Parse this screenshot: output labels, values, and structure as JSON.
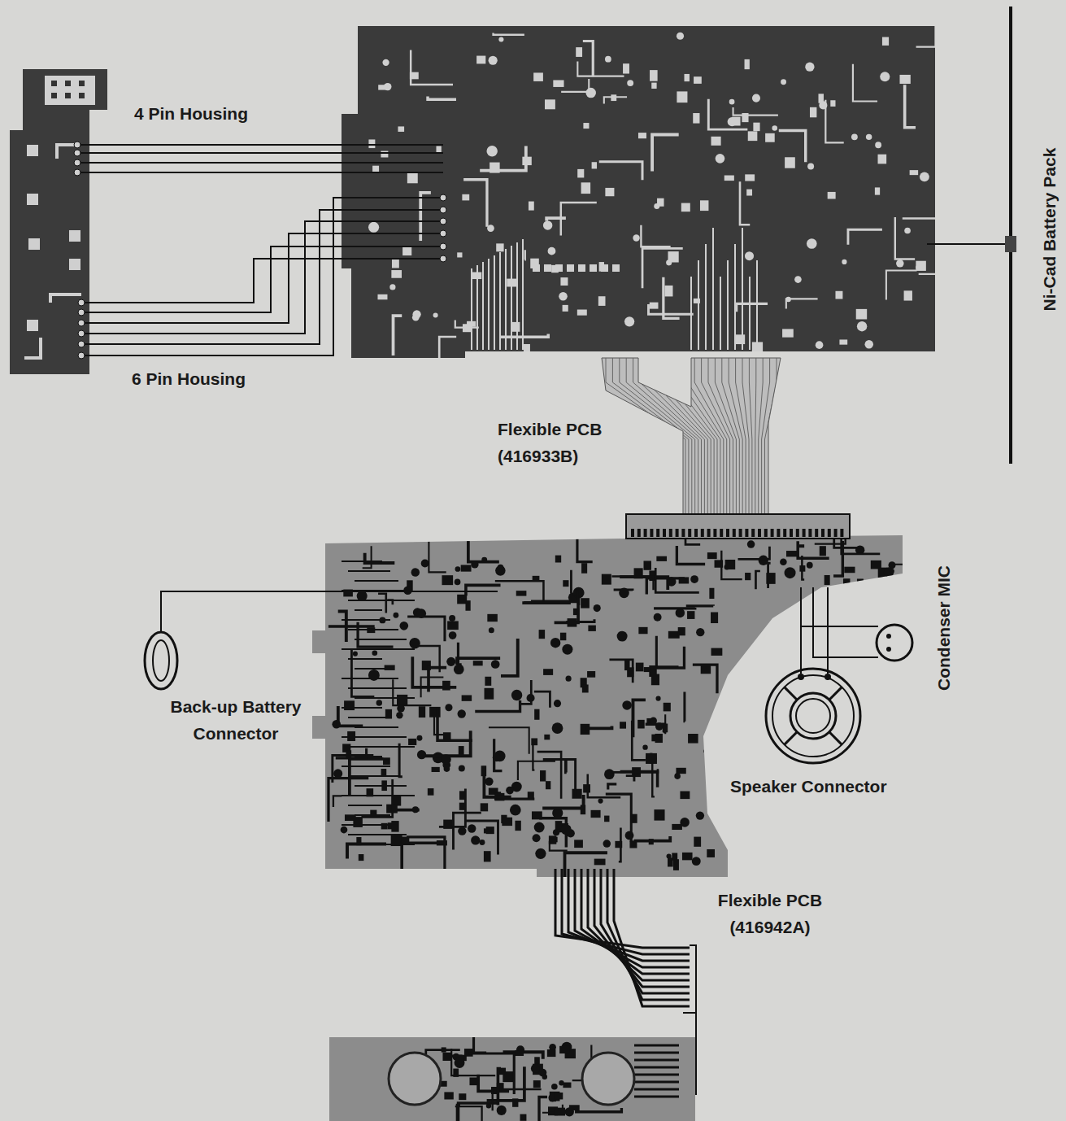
{
  "diagram": {
    "labels": [
      "4 Pin Housing",
      "6 Pin Housing",
      "Flexible PCB (416933B)",
      "Ni-Cad Battery Pack",
      "Condenser MIC",
      "Back-up Battery Connector",
      "Speaker Connector",
      "Flexible PCB (416942A)"
    ]
  }
}
